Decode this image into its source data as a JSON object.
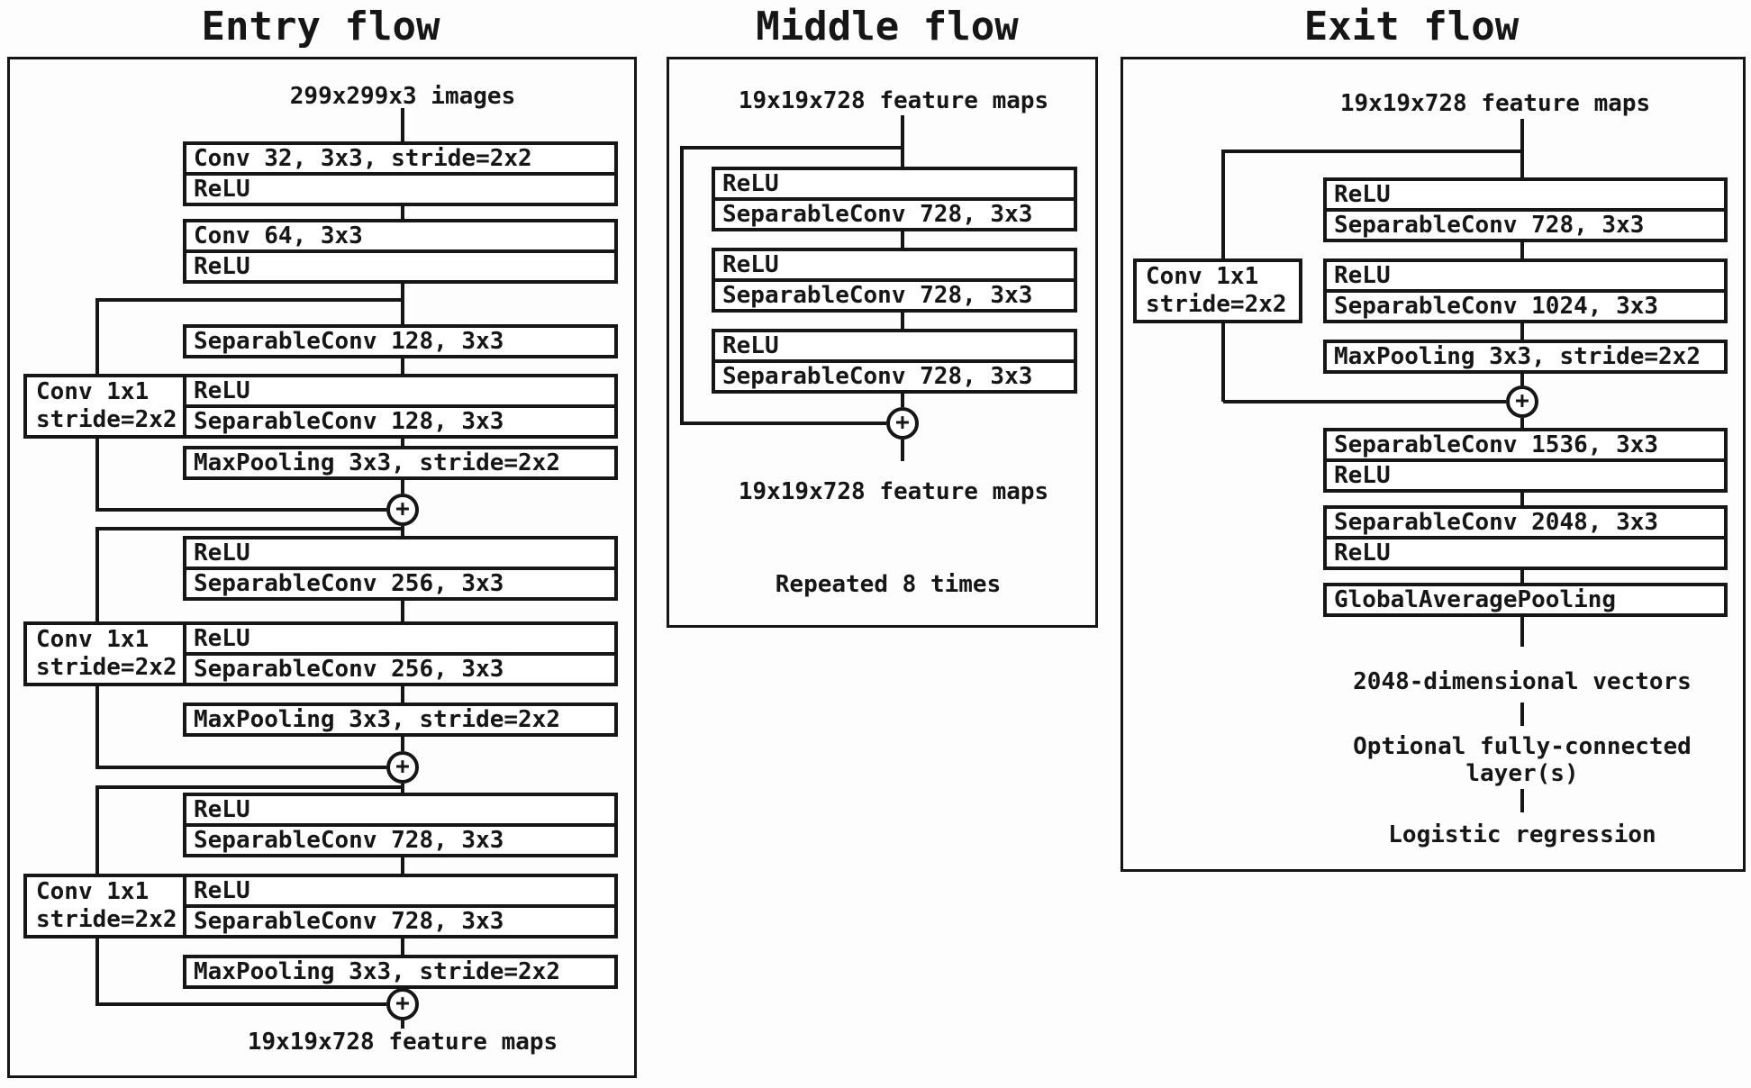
{
  "colors": {
    "ink": "#161616",
    "background": "#fdfdfd"
  },
  "add_symbol": "+",
  "entry": {
    "title": "Entry flow",
    "input_label": "299x299x3 images",
    "output_label": "19x19x728 feature maps",
    "skip_conv_line1": "Conv 1x1",
    "skip_conv_line2": "stride=2x2",
    "layers": {
      "conv32": "Conv 32, 3x3, stride=2x2",
      "conv64": "Conv 64, 3x3",
      "relu": "ReLU",
      "sepconv128": "SeparableConv 128, 3x3",
      "sepconv256": "SeparableConv 256, 3x3",
      "sepconv728": "SeparableConv 728, 3x3",
      "maxpool": "MaxPooling 3x3, stride=2x2"
    }
  },
  "middle": {
    "title": "Middle flow",
    "input_label": "19x19x728 feature maps",
    "output_label": "19x19x728 feature maps",
    "repeat_note": "Repeated 8 times",
    "layers": {
      "relu": "ReLU",
      "sepconv728": "SeparableConv 728, 3x3"
    }
  },
  "exit": {
    "title": "Exit flow",
    "input_label": "19x19x728 feature maps",
    "skip_conv_line1": "Conv 1x1",
    "skip_conv_line2": "stride=2x2",
    "layers": {
      "relu": "ReLU",
      "sepconv728": "SeparableConv 728, 3x3",
      "sepconv1024": "SeparableConv 1024, 3x3",
      "maxpool": "MaxPooling 3x3, stride=2x2",
      "sepconv1536": "SeparableConv 1536, 3x3",
      "sepconv2048": "SeparableConv 2048, 3x3",
      "global_avg_pool": "GlobalAveragePooling"
    },
    "vectors_label": "2048-dimensional vectors",
    "optional_fc_line1": "Optional fully-connected",
    "optional_fc_line2": "layer(s)",
    "logistic_label": "Logistic regression"
  }
}
